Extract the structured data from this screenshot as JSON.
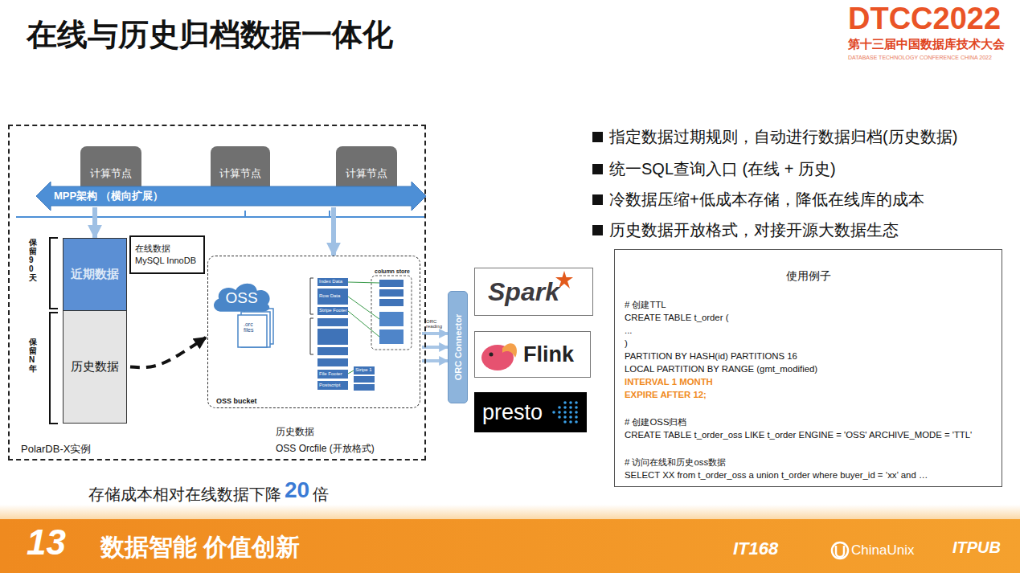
{
  "diagram": {
    "title": "在线与历史归档数据一体化",
    "nodes": [
      {
        "text": [
          "PolarDB-X实例"
        ]
      },
      {
        "text": [
          "计算节点"
        ],
        "in": 0
      },
      {
        "text": [
          "计算节点"
        ],
        "in": 0
      },
      {
        "text": [
          "计算节点"
        ],
        "in": 0
      },
      {
        "text": [
          "MPP架构 （横向扩展）"
        ],
        "in": 0
      },
      {
        "text": [
          "近期数据"
        ],
        "in": 0
      },
      {
        "text": [
          "在线数据",
          "MySQL InnoDB"
        ],
        "in": 0
      },
      {
        "text": [
          "历史数据"
        ],
        "in": 0
      },
      {
        "text": [
          "OSS bucket"
        ],
        "in": 0
      },
      {
        "text": [
          "OSS"
        ],
        "in": 8
      },
      {
        "text": [
          "ORC Connector"
        ]
      },
      {
        "text": [
          "Spark"
        ]
      },
      {
        "text": [
          "Flink"
        ]
      },
      {
        "text": [
          "presto"
        ]
      },
      {
        "text": [
          "使用例子",
          "# 创建TTL",
          "CREATE TABLE t_order (",
          "...",
          ")",
          "PARTITION BY HASH(id) PARTITIONS 16",
          "LOCAL PARTITION BY RANGE (gmt_modified)",
          "INTERVAL 1 MONTH",
          "EXPIRE AFTER 12;",
          "# 创建OSS归档",
          "CREATE TABLE t_order_oss LIKE t_order ENGINE = 'OSS' ARCHIVE_MODE = 'TTL'",
          "# 访问在线和历史oss数据",
          "SELECT XX from t_order_oss a union t_order where buyer_id = ‘xx’ and …"
        ]
      }
    ],
    "edges": [
      {
        "from": 4,
        "to": 5,
        "arrow": "to"
      },
      {
        "from": 4,
        "to": 8,
        "arrow": "to"
      },
      {
        "from": 7,
        "to": 8,
        "arrow": "to"
      },
      {
        "from": 8,
        "to": 10,
        "arrow": "to"
      },
      {
        "from": 8,
        "to": 10,
        "arrow": "to"
      },
      {
        "from": 8,
        "to": 10,
        "arrow": "to"
      }
    ],
    "labels": [
      "DTCC2022",
      "第十三届中国数据库技术大会",
      "DATABASE TECHNOLOGY CONFERENCE CHINA 2022",
      "指定数据过期规则，自动进行数据归档(历史数据)",
      "统一SQL查询入口 (在线 + 历史)",
      "冷数据压缩+低成本存储，降低在线库的成本",
      "历史数据开放格式，对接开源大数据生态",
      "保留90天",
      "保留N年",
      ".orc files",
      "column store",
      "Index Data",
      "Row Data",
      "Stripe Footer",
      "Stripe 1",
      "File Footer",
      "Postscript",
      "历史数据",
      "OSS Orcfile (开放格式)",
      "ORC reading",
      "存储成本相对在线数据下降",
      "20",
      "倍",
      "13",
      "数据智能 价值创新",
      "IT168",
      "ChinaUnix",
      "ITPUB"
    ]
  }
}
